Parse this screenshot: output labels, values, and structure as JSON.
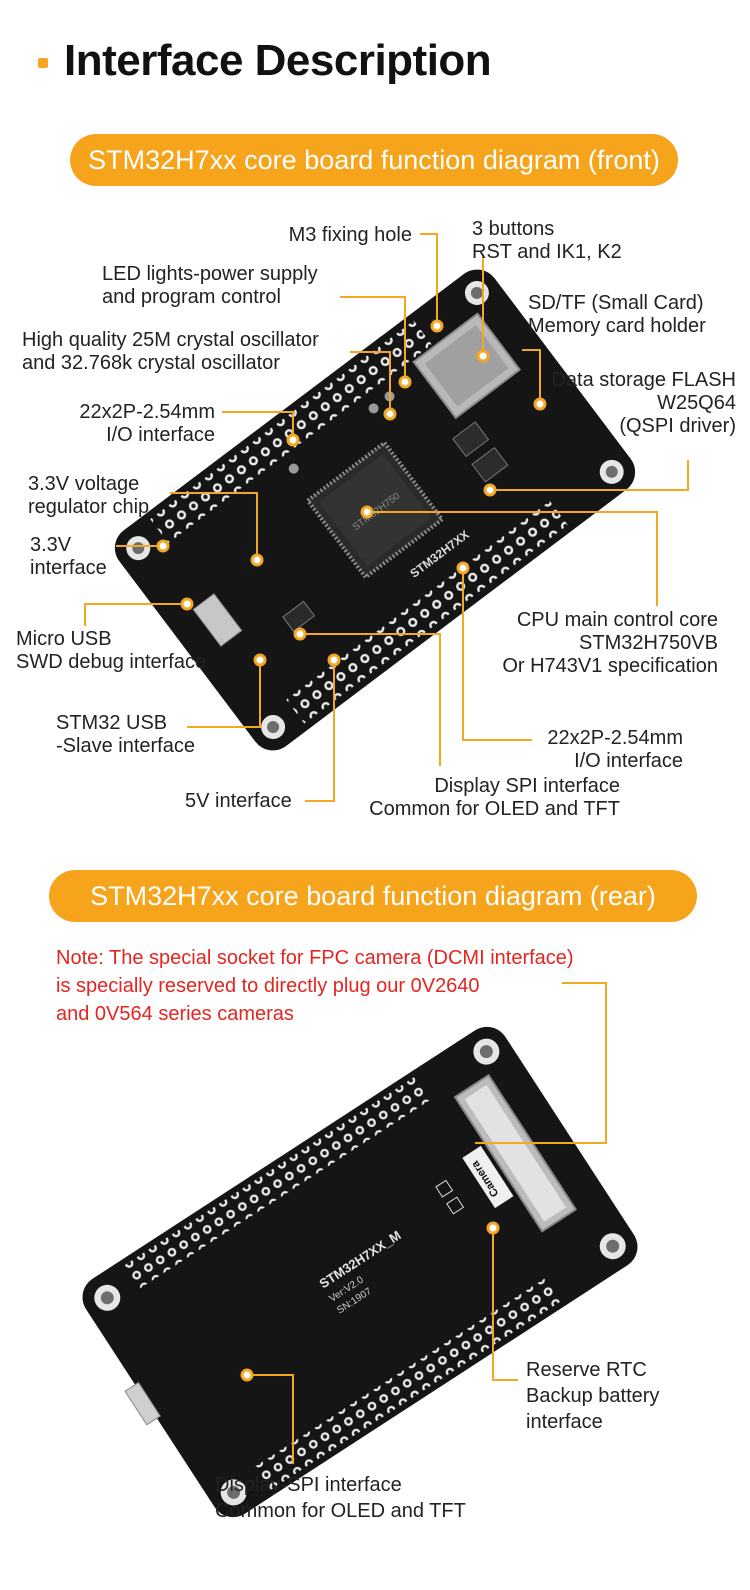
{
  "heading": {
    "title": "Interface Description"
  },
  "front": {
    "banner": "STM32H7xx core board function diagram (front)",
    "board_silk": "STM32H7XX",
    "labels": {
      "m3_hole": [
        "M3 fixing hole"
      ],
      "buttons": [
        "3 buttons",
        "RST and IK1, K2"
      ],
      "led": [
        "LED lights-power supply",
        "and program control"
      ],
      "sd": [
        "SD/TF (Small Card)",
        "Memory card holder"
      ],
      "crystal": [
        "High quality 25M crystal oscillator",
        "and 32.768k crystal oscillator"
      ],
      "flash": [
        "Data storage FLASH",
        "W25Q64",
        "(QSPI driver)"
      ],
      "io_left": [
        "22x2P-2.54mm",
        "I/O interface"
      ],
      "regulator": [
        "3.3V voltage",
        "regulator chip"
      ],
      "v33": [
        "3.3V",
        "interface"
      ],
      "micro_usb": [
        "Micro USB",
        "SWD debug interface"
      ],
      "cpu": [
        "CPU main control core",
        "STM32H750VB",
        "Or H743V1 specification"
      ],
      "stm32_usb": [
        "STM32 USB",
        "-Slave interface"
      ],
      "io_right": [
        "22x2P-2.54mm",
        "I/O interface"
      ],
      "display_spi": [
        "Display SPI interface",
        "Common for OLED and TFT"
      ],
      "v5": [
        "5V interface"
      ]
    }
  },
  "rear": {
    "banner": "STM32H7xx core board function diagram (rear)",
    "note": [
      "Note: The special socket for FPC camera (DCMI interface)",
      "is specially reserved to directly plug our 0V2640",
      "and 0V564 series cameras"
    ],
    "board_silk": [
      "STM32H7XX_M",
      "Ver:V2.0",
      "SN:1907"
    ],
    "camera_silk": "Camera",
    "labels": {
      "rtc": [
        "Reserve RTC",
        "Backup battery",
        "interface"
      ],
      "display_spi": [
        "Display-SPI interface",
        "Common for OLED and TFT"
      ]
    }
  },
  "colors": {
    "accent": "#f7a41d",
    "note": "#e52520",
    "pcb": "#141414"
  }
}
